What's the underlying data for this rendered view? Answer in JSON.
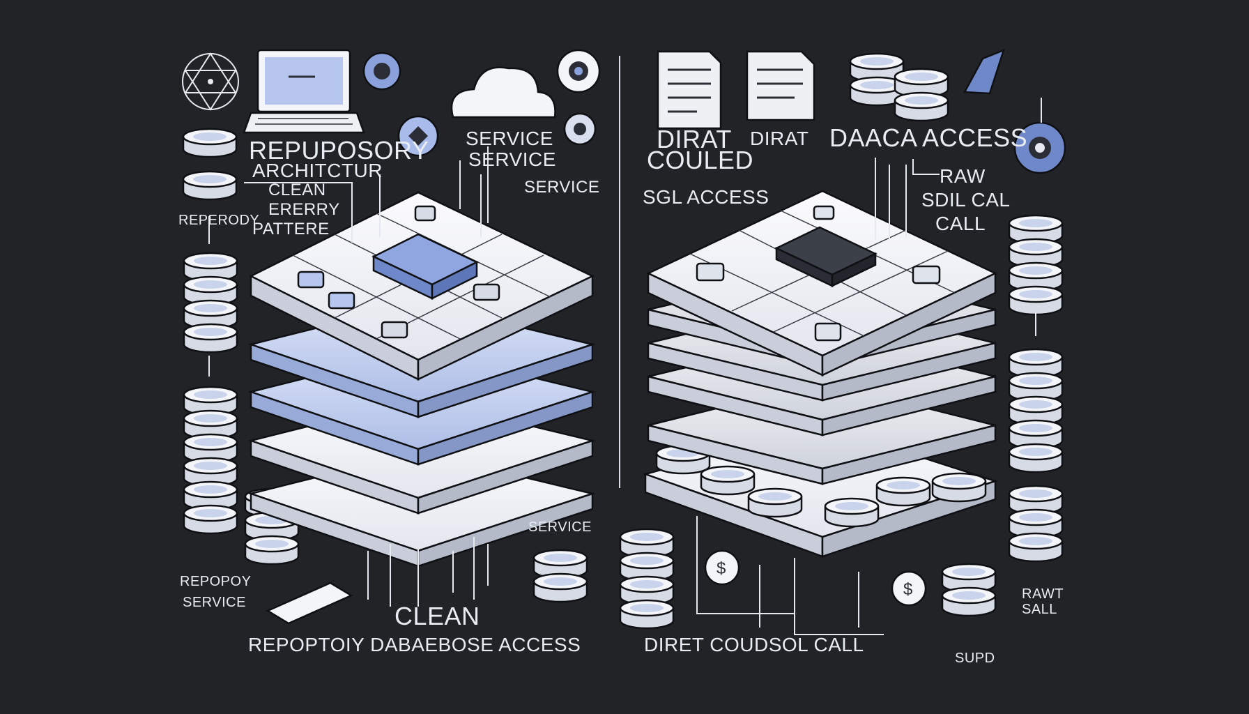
{
  "colors": {
    "background": "#222326",
    "panel_white": "#f3f4f7",
    "panel_blue": "#c7d3f2",
    "accent_blue": "#6f88c9",
    "line": "#e6e9f0",
    "text": "#e9ecf3"
  },
  "left": {
    "labels": {
      "repository_architecture_1": "REPUPOSORY",
      "repository_architecture_2": "ARCHITCTUR",
      "clean": "CLEAN",
      "reperdy": "REPERODY",
      "everybody": "ERERRY",
      "pattern": "PATTERE",
      "service_1": "SERVICE",
      "service_2": "SERVICE",
      "service_3": "SERVICE",
      "service_4": "SERVICE",
      "repository_service": "REPOPOY",
      "service_bottom": "SERVICE",
      "clean_bottom": "CLEAN",
      "bottom_caption": "REPOPTOIY DABAEBOSE ACCESS"
    },
    "icons": [
      "network-icon",
      "laptop-icon",
      "cloud-icon",
      "gear-icon",
      "database-icon",
      "document-icon"
    ]
  },
  "right": {
    "labels": {
      "dirat_1": "DIRAT",
      "couled": "COULED",
      "dirat_2": "DIRAT",
      "data_access": "DAACA ACCESS",
      "sql_access": "SGL ACCESS",
      "raw": "RAW",
      "sql_call": "SDIL CAL",
      "call": "CALL",
      "rawt": "RAWT",
      "sall": "SALL",
      "supd": "SUPD",
      "bottom_caption": "DIRET COUDSOL CALL"
    },
    "icons": [
      "document-icon",
      "database-icon",
      "pyramid-icon",
      "gear-icon",
      "dollar-coin-icon"
    ]
  }
}
